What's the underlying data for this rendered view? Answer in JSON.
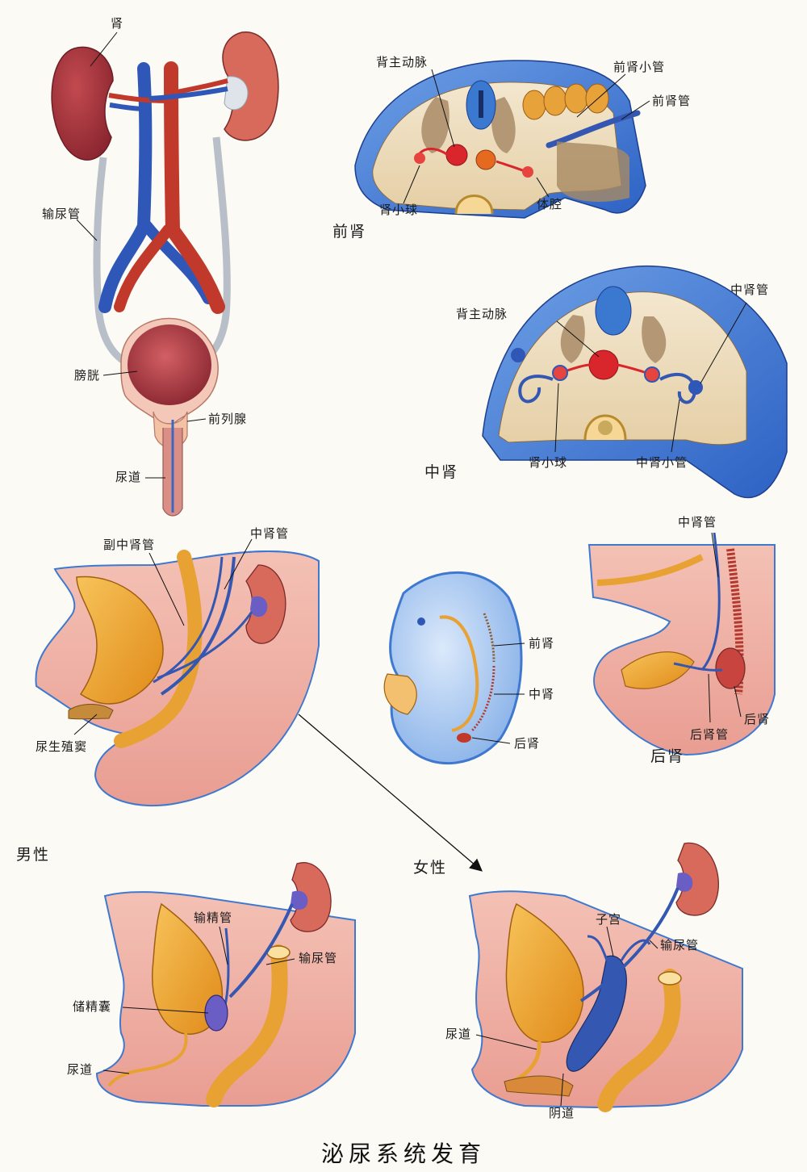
{
  "title": "泌尿系统发育",
  "colors": {
    "kidney": "#a8323a",
    "artery": "#c0392b",
    "vein": "#2f57b8",
    "tissue": "#f2b3a8",
    "wall_blue": "#3f79cf",
    "bladder_orange": "#f0a830",
    "ureter_gray": "#c7ccd3"
  },
  "panels": {
    "adult": {
      "kidney": "肾",
      "ureter": "输尿管",
      "bladder": "膀胱",
      "prostate": "前列腺",
      "urethra": "尿道"
    },
    "pronephros": {
      "section": "前肾",
      "dorsal_aorta": "背主动脉",
      "tubule": "前肾小管",
      "duct": "前肾管",
      "glomerulus": "肾小球",
      "coelom": "体腔"
    },
    "mesonephros": {
      "section": "中肾",
      "dorsal_aorta": "背主动脉",
      "duct": "中肾管",
      "glomerulus": "肾小球",
      "tubule": "中肾小管"
    },
    "sinus": {
      "paramesonephric": "副中肾管",
      "mesonephric": "中肾管",
      "urogenital_sinus": "尿生殖窦"
    },
    "embryo": {
      "pro": "前肾",
      "meso": "中肾",
      "meta": "后肾"
    },
    "metanephros": {
      "section": "后肾",
      "mesonephric_duct": "中肾管",
      "metanephric_duct": "后肾管",
      "metanephros": "后肾"
    },
    "male": {
      "section": "男性",
      "vas_deferens": "输精管",
      "ureter": "输尿管",
      "seminal_vesicle": "储精囊",
      "urethra": "尿道"
    },
    "female": {
      "section": "女性",
      "uterus": "子宫",
      "ureter": "输尿管",
      "urethra": "尿道",
      "vagina": "阴道"
    }
  }
}
